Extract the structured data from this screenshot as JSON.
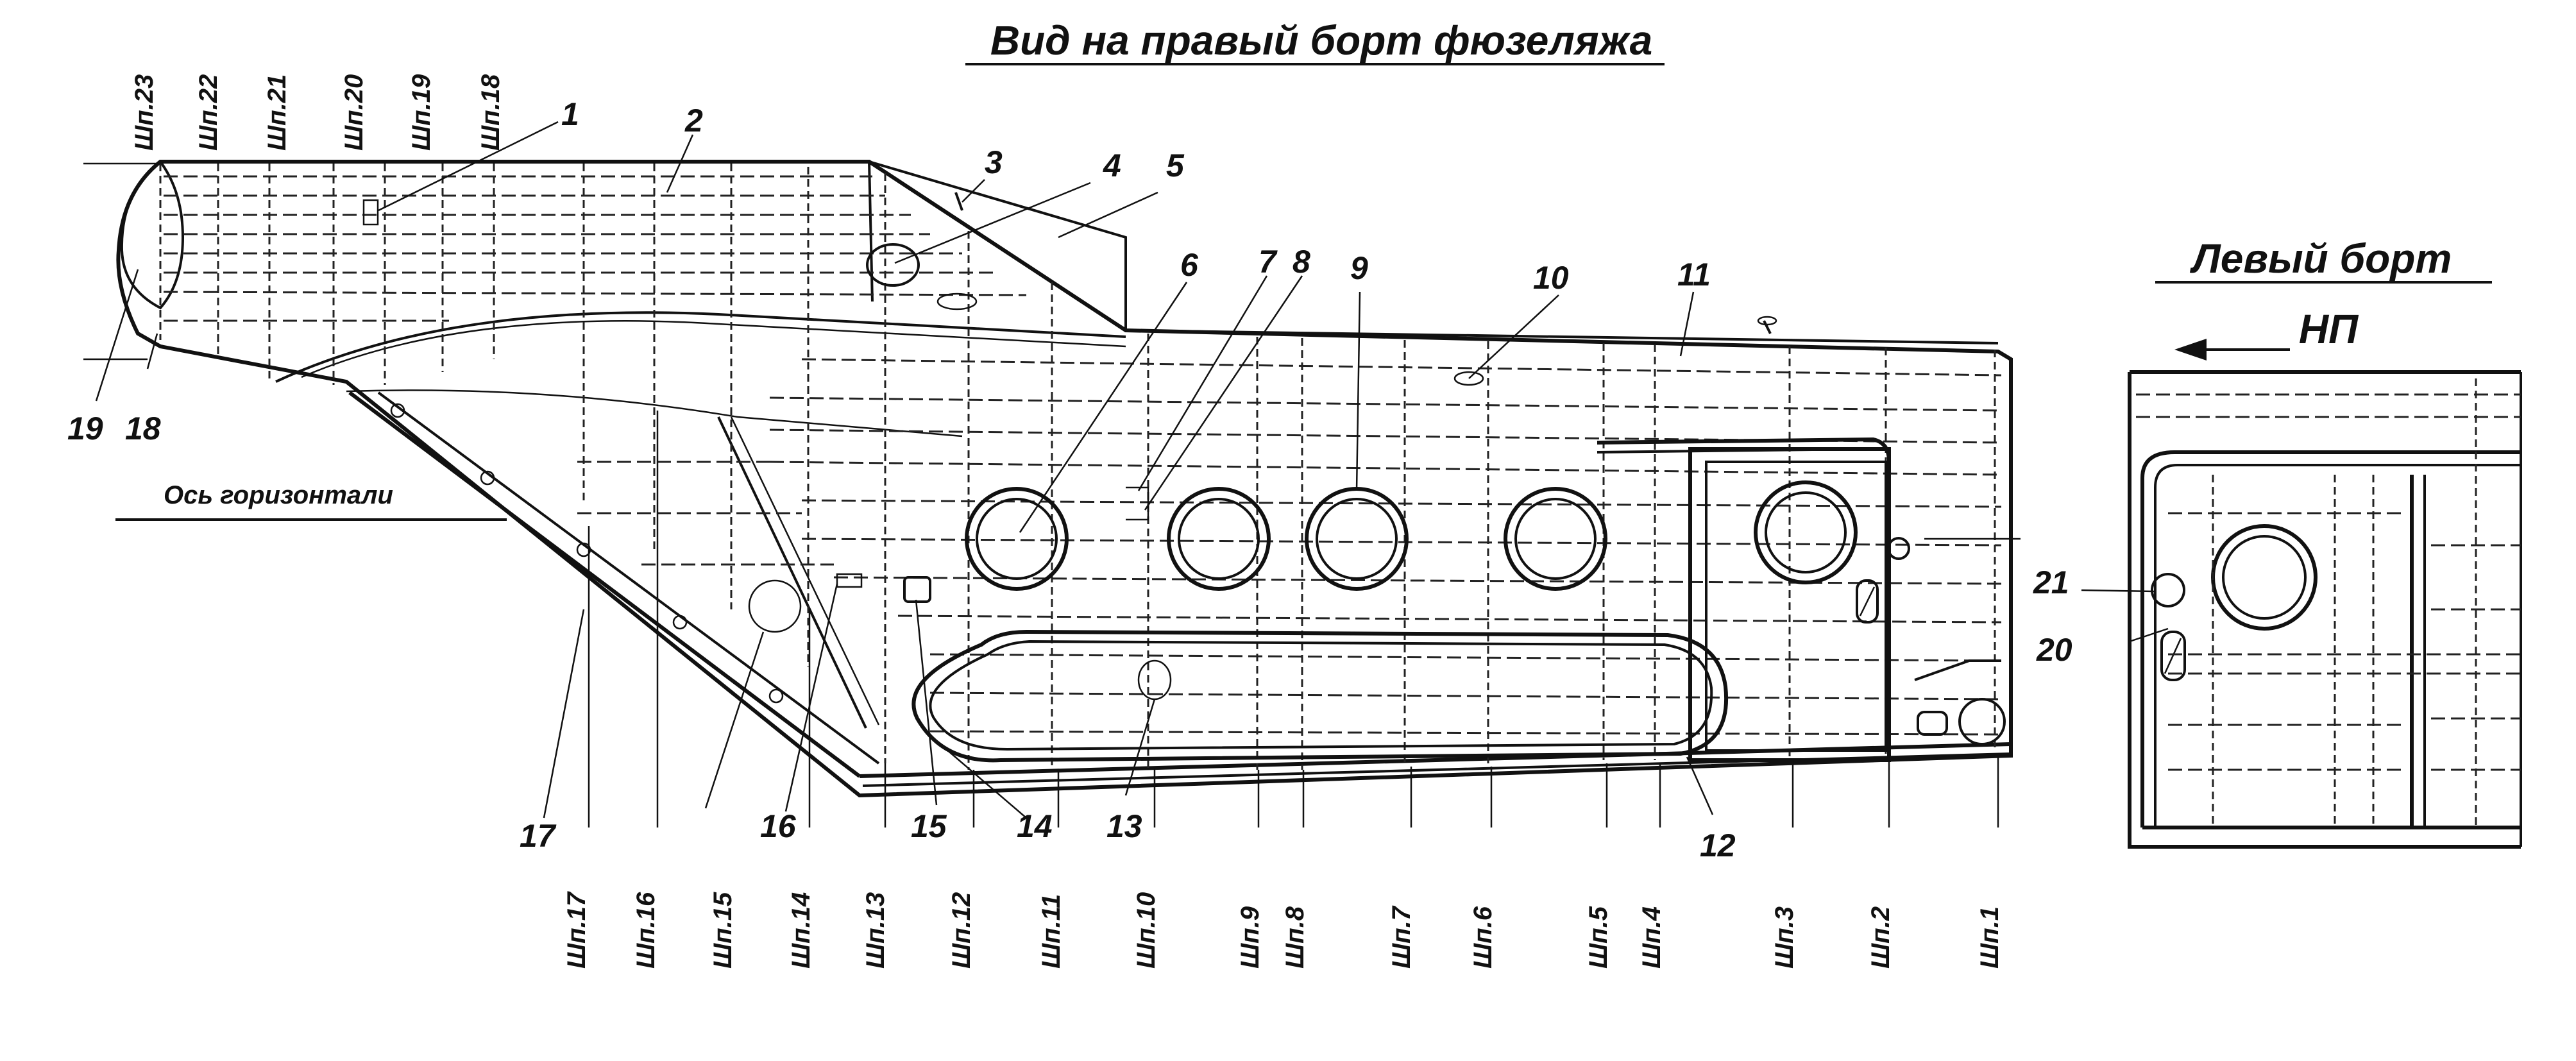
{
  "title": "Вид на правый борт фюзеляжа",
  "left_side_title": "Левый борт",
  "np_label": "НП",
  "axis_label": "Ось горизонтали",
  "frames_top": [
    "Шп.23",
    "Шп.22",
    "Шп.21",
    "Шп.20",
    "Шп.19",
    "Шп.18"
  ],
  "frames_bottom": [
    "Шп.17",
    "Шп.16",
    "Шп.15",
    "Шп.14",
    "Шп.13",
    "Шп.12",
    "Шп.11",
    "Шп.10",
    "Шп.9",
    "Шп.8",
    "Шп.7",
    "Шп.6",
    "Шп.5",
    "Шп.4",
    "Шп.3",
    "Шп.2",
    "Шп.1"
  ],
  "callouts": [
    "1",
    "2",
    "3",
    "4",
    "5",
    "6",
    "7",
    "8",
    "9",
    "10",
    "11",
    "12",
    "13",
    "14",
    "15",
    "16",
    "17",
    "18",
    "19",
    "20",
    "21"
  ]
}
